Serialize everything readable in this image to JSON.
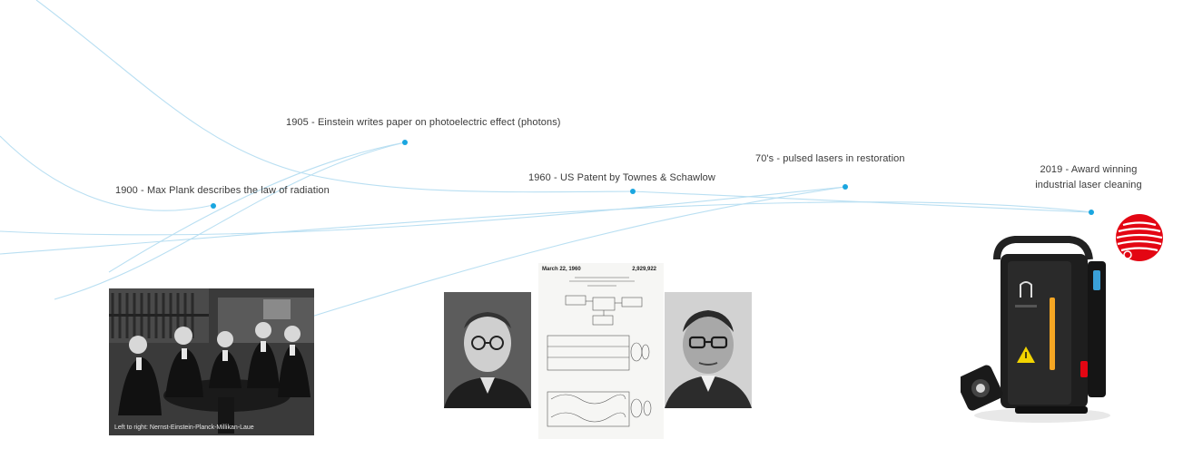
{
  "colors": {
    "accent": "#1aa6e0",
    "line": "#b9dff2",
    "label": "#3a3a3a",
    "machine_body": "#1e1e1e",
    "machine_strip": "#f5a623",
    "award_red": "#e30613"
  },
  "timeline": {
    "events": [
      {
        "label": "1900 - Max Plank describes the law of radiation"
      },
      {
        "label": "1905 - Einstein writes paper on photoelectric effect (photons)"
      },
      {
        "label": "1960 - US Patent by Townes & Schawlow"
      },
      {
        "label": "70's - pulsed lasers in restoration"
      },
      {
        "label_line1": "2019 - Award winning",
        "label_line2": "industrial laser cleaning"
      }
    ]
  },
  "images": {
    "group_photo_caption": "Left to right: Nernst-Einstein-Planck-Millikan-Laue",
    "patent": {
      "date": "March 22, 1960",
      "number": "2,929,922"
    },
    "award_icon": "red-dot-award-icon",
    "machine_icon": "laser-cleaning-machine"
  }
}
